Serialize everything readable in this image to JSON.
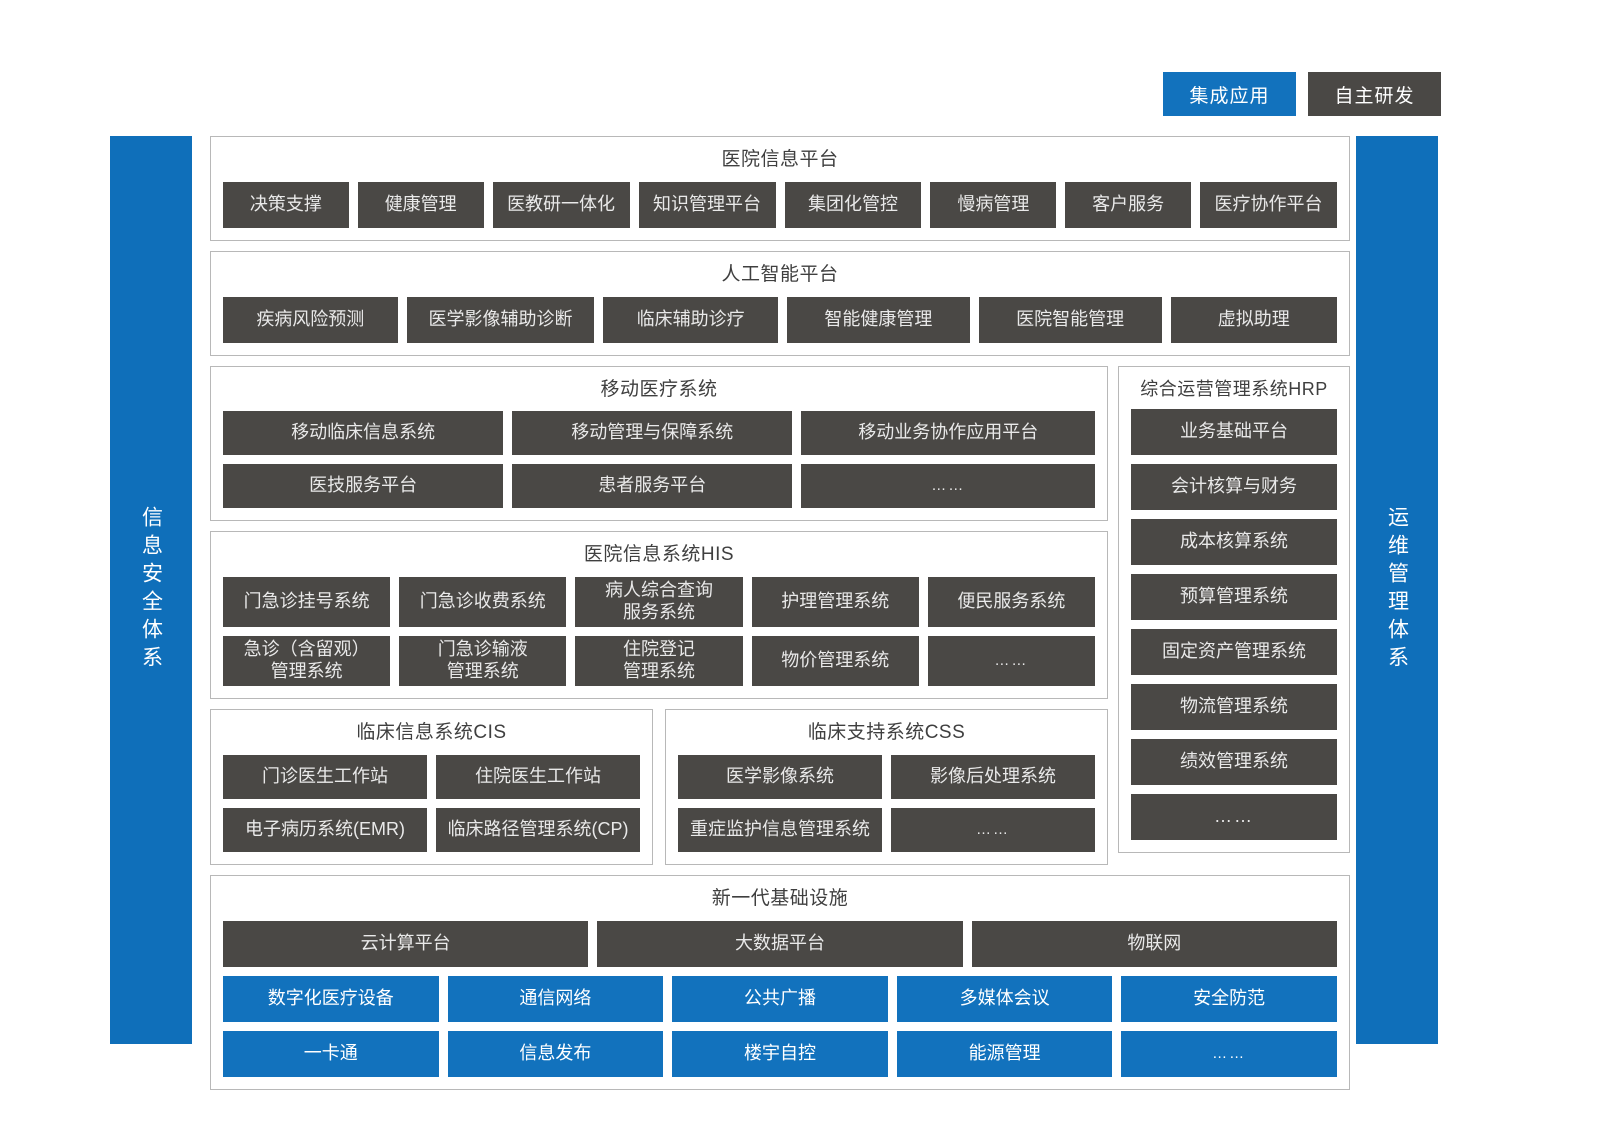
{
  "legend": {
    "integrated": "集成应用",
    "selfdeveloped": "自主研发"
  },
  "sidebars": {
    "left": "信息安全体系",
    "right": "运维管理体系"
  },
  "colors": {
    "blue": "#1272bd",
    "gray": "#4a4845",
    "border": "#b8b8b8",
    "text_dark": "#3f3f3f"
  },
  "sections": {
    "hospital_info_platform": {
      "title": "医院信息平台",
      "items": [
        "决策支撑",
        "健康管理",
        "医教研一体化",
        "知识管理平台",
        "集团化管控",
        "慢病管理",
        "客户服务",
        "医疗协作平台"
      ]
    },
    "ai_platform": {
      "title": "人工智能平台",
      "items": [
        "疾病风险预测",
        "医学影像辅助诊断",
        "临床辅助诊疗",
        "智能健康管理",
        "医院智能管理",
        "虚拟助理"
      ]
    },
    "mobile_medical": {
      "title": "移动医疗系统",
      "row1": [
        "移动临床信息系统",
        "移动管理与保障系统",
        "移动业务协作应用平台"
      ],
      "row2": [
        "医技服务平台",
        "患者服务平台",
        "……"
      ]
    },
    "his": {
      "title": "医院信息系统HIS",
      "row1": [
        "门急诊挂号系统",
        "门急诊收费系统",
        "病人综合查询\n服务系统",
        "护理管理系统",
        "便民服务系统"
      ],
      "row2": [
        "急诊（含留观）\n管理系统",
        "门急诊输液\n管理系统",
        "住院登记\n管理系统",
        "物价管理系统",
        "……"
      ]
    },
    "cis": {
      "title": "临床信息系统CIS",
      "row1": [
        "门诊医生工作站",
        "住院医生工作站"
      ],
      "row2": [
        "电子病历系统(EMR)",
        "临床路径管理系统(CP)"
      ]
    },
    "css": {
      "title": "临床支持系统CSS",
      "row1": [
        "医学影像系统",
        "影像后处理系统"
      ],
      "row2": [
        "重症监护信息管理系统",
        "……"
      ]
    },
    "hrp": {
      "title": "综合运营管理系统HRP",
      "items": [
        "业务基础平台",
        "会计核算与财务",
        "成本核算系统",
        "预算管理系统",
        "固定资产管理系统",
        "物流管理系统",
        "绩效管理系统",
        "……"
      ]
    },
    "infrastructure": {
      "title": "新一代基础设施",
      "row1": [
        "云计算平台",
        "大数据平台",
        "物联网"
      ],
      "row2": [
        "数字化医疗设备",
        "通信网络",
        "公共广播",
        "多媒体会议",
        "安全防范"
      ],
      "row3": [
        "一卡通",
        "信息发布",
        "楼宇自控",
        "能源管理",
        "……"
      ]
    }
  }
}
